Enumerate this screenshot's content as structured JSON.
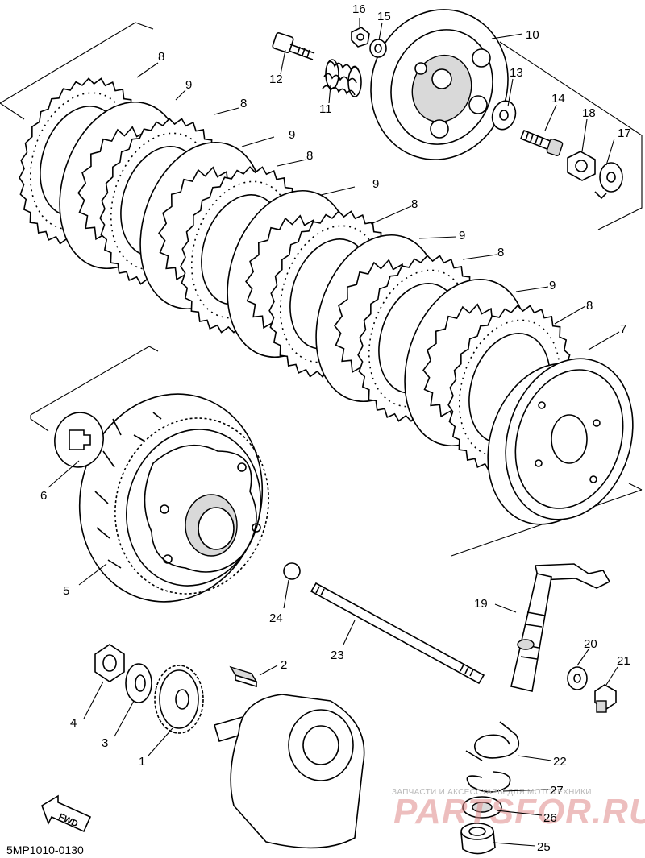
{
  "diagram": {
    "code": "5MP1010-0130",
    "fwd_label": "FWD",
    "watermark": {
      "small": "ЗАПЧАСТИ И АКСЕССУАРЫ ДЛЯ МОТОТЕХНИКИ",
      "large": "PARTSFOR.RU"
    },
    "callouts": [
      {
        "id": "c16",
        "text": "16"
      },
      {
        "id": "c15",
        "text": "15"
      },
      {
        "id": "c10",
        "text": "10"
      },
      {
        "id": "c12",
        "text": "12"
      },
      {
        "id": "c11",
        "text": "11"
      },
      {
        "id": "c13",
        "text": "13"
      },
      {
        "id": "c14",
        "text": "14"
      },
      {
        "id": "c18",
        "text": "18"
      },
      {
        "id": "c17",
        "text": "17"
      },
      {
        "id": "c8a",
        "text": "8"
      },
      {
        "id": "c9a",
        "text": "9"
      },
      {
        "id": "c8b",
        "text": "8"
      },
      {
        "id": "c9b",
        "text": "9"
      },
      {
        "id": "c8c",
        "text": "8"
      },
      {
        "id": "c9c",
        "text": "9"
      },
      {
        "id": "c8d",
        "text": "8"
      },
      {
        "id": "c9d",
        "text": "9"
      },
      {
        "id": "c8e",
        "text": "8"
      },
      {
        "id": "c9e",
        "text": "9"
      },
      {
        "id": "c8f",
        "text": "8"
      },
      {
        "id": "c7",
        "text": "7"
      },
      {
        "id": "c6",
        "text": "6"
      },
      {
        "id": "c5",
        "text": "5"
      },
      {
        "id": "c24",
        "text": "24"
      },
      {
        "id": "c23",
        "text": "23"
      },
      {
        "id": "c19",
        "text": "19"
      },
      {
        "id": "c20",
        "text": "20"
      },
      {
        "id": "c21",
        "text": "21"
      },
      {
        "id": "c2",
        "text": "2"
      },
      {
        "id": "c4",
        "text": "4"
      },
      {
        "id": "c3",
        "text": "3"
      },
      {
        "id": "c1",
        "text": "1"
      },
      {
        "id": "c22",
        "text": "22"
      },
      {
        "id": "c27",
        "text": "27"
      },
      {
        "id": "c26",
        "text": "26"
      },
      {
        "id": "c25",
        "text": "25"
      }
    ]
  }
}
